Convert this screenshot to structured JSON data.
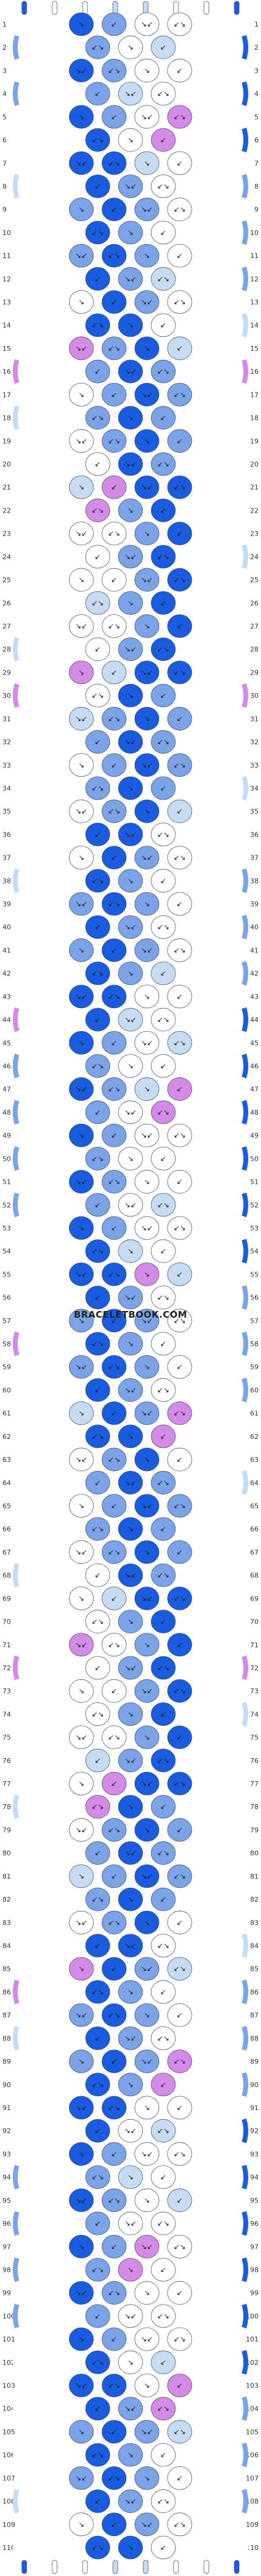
{
  "watermark": "BRACELETBOOK.COM",
  "pattern": {
    "rows": 110,
    "strings": 8,
    "colors": {
      "A": "#1a5ce0",
      "B": "#7ba3e8",
      "C": "#c6dcf5",
      "D": "#ffffff",
      "E": "#d48be8"
    },
    "strand_order": [
      "A",
      "D",
      "D",
      "C",
      "C",
      "D",
      "D",
      "A"
    ],
    "arrows": {
      "right": "↘",
      "left": "↙",
      "right_left": "↘↙",
      "left_right": "↙↘"
    }
  }
}
